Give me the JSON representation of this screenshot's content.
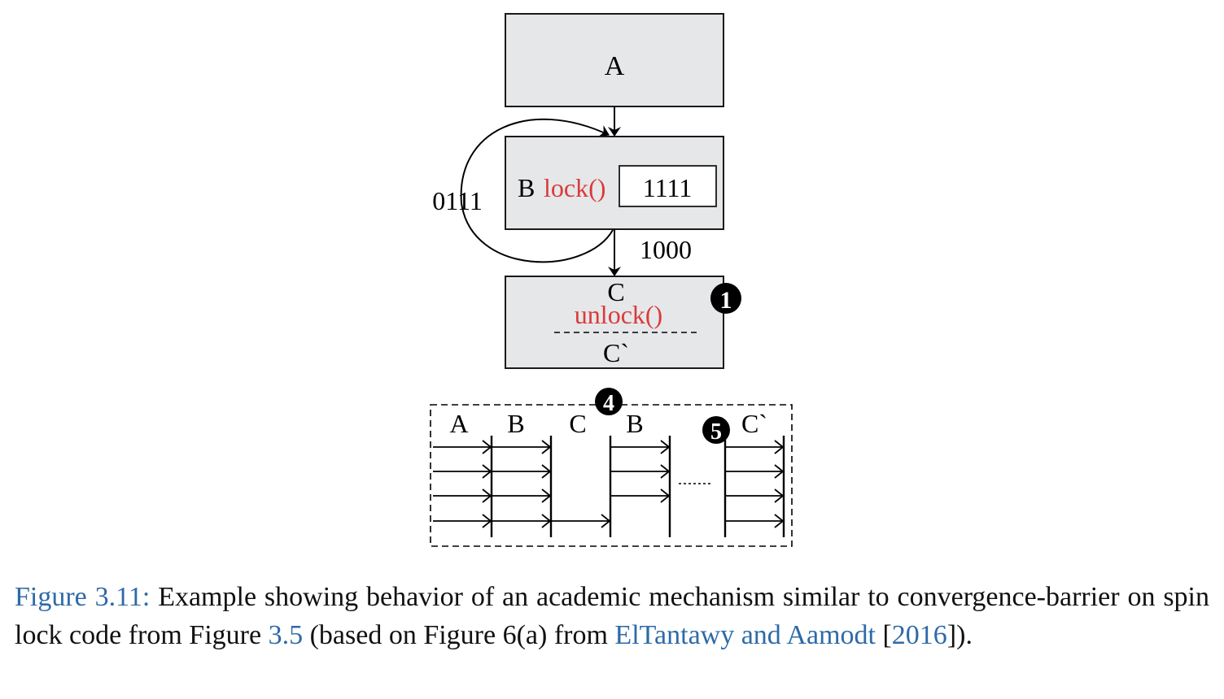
{
  "figure": {
    "blocks": {
      "a": {
        "label": "A"
      },
      "b": {
        "label": "B",
        "code": "lock()",
        "mask": "1111"
      },
      "c": {
        "label": "C",
        "code": "unlock()",
        "label_after": "C`"
      }
    },
    "edges": {
      "loop_mask": "0111",
      "exit_mask": "1000"
    },
    "badges": {
      "one": "1",
      "four": "4",
      "five": "5"
    },
    "timeline": {
      "labels": [
        "A",
        "B",
        "C",
        "B",
        "C`"
      ],
      "ellipsis": "......"
    },
    "colors": {
      "block_fill": "#e6e7e9",
      "code_red": "#d93a3a",
      "link_blue": "#2e6aa8",
      "badge": "#000000"
    }
  },
  "caption": {
    "label": "Figure 3.11:",
    "text1": " Example showing behavior of an academic mechanism similar to convergence-barrier on spin lock code from Figure ",
    "ref_figure": "3.5",
    "text2": " (based on Figure 6(a) from ",
    "ref_cite": "ElTantawy and Aamodt",
    "text3": " [",
    "ref_year": "2016",
    "text4": "])."
  }
}
